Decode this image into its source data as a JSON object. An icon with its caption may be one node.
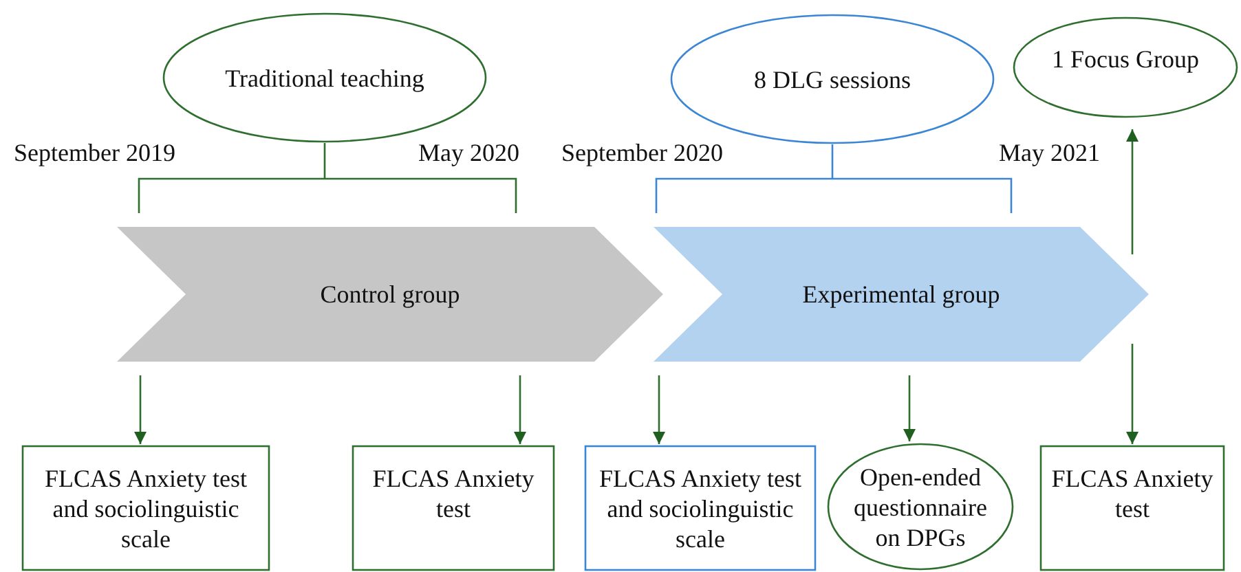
{
  "diagram": {
    "nodes": [
      {
        "text": [
          "Traditional teaching"
        ]
      },
      {
        "text": [
          "8 DLG sessions"
        ]
      },
      {
        "text": [
          "1 Focus Group"
        ]
      },
      {
        "text": [
          "Control group"
        ]
      },
      {
        "text": [
          "Experimental group"
        ]
      },
      {
        "text": [
          "FLCAS Anxiety test and sociolinguistic scale"
        ]
      },
      {
        "text": [
          "FLCAS Anxiety test"
        ]
      },
      {
        "text": [
          "FLCAS Anxiety test and sociolinguistic scale"
        ]
      },
      {
        "text": [
          "Open-ended questionnaire on DPGs"
        ]
      },
      {
        "text": [
          "FLCAS Anxiety test"
        ]
      }
    ],
    "edges": [
      {
        "from": 0,
        "to": 3,
        "arrow": "none"
      },
      {
        "from": 1,
        "to": 4,
        "arrow": "none",
        "color": "#3a86d4"
      },
      {
        "from": 3,
        "to": 5,
        "arrow": "to"
      },
      {
        "from": 3,
        "to": 6,
        "arrow": "to"
      },
      {
        "from": 4,
        "to": 7,
        "arrow": "to"
      },
      {
        "from": 4,
        "to": 8,
        "arrow": "to"
      },
      {
        "from": 4,
        "to": 9,
        "arrow": "to"
      },
      {
        "from": 4,
        "to": 2,
        "arrow": "to"
      }
    ],
    "labels": [
      "September 2019",
      "May 2020",
      "September 2020",
      "May 2021"
    ]
  }
}
